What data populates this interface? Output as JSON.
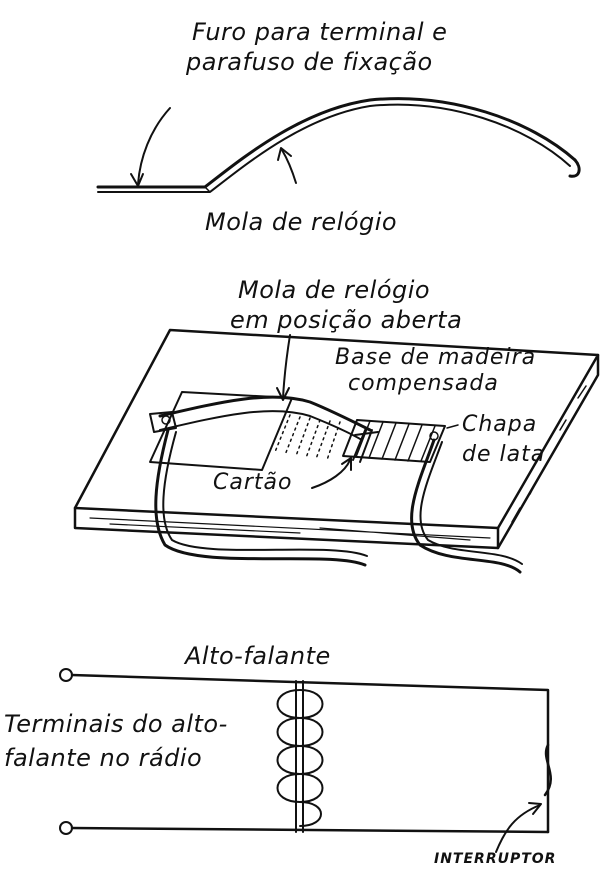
{
  "spring_figure": {
    "hole_label_line1": "Furo para terminal e",
    "hole_label_line2": "parafuso de fixação",
    "spring_label": "Mola de relógio"
  },
  "assembly_figure": {
    "open_spring_line1": "Mola de relógio",
    "open_spring_line2": "em posição aberta",
    "base_line1": "Base de madeira",
    "base_line2": "compensada",
    "tin_line1": "Chapa",
    "tin_line2": "de lata",
    "card_label": "Cartão"
  },
  "circuit_figure": {
    "speaker_label": "Alto-falante",
    "terminals_line1": "Terminais do alto-",
    "terminals_line2": "falante no rádio",
    "switch_label": "INTERRUPTOR"
  },
  "colors": {
    "ink": "#111111",
    "paper": "#ffffff"
  }
}
